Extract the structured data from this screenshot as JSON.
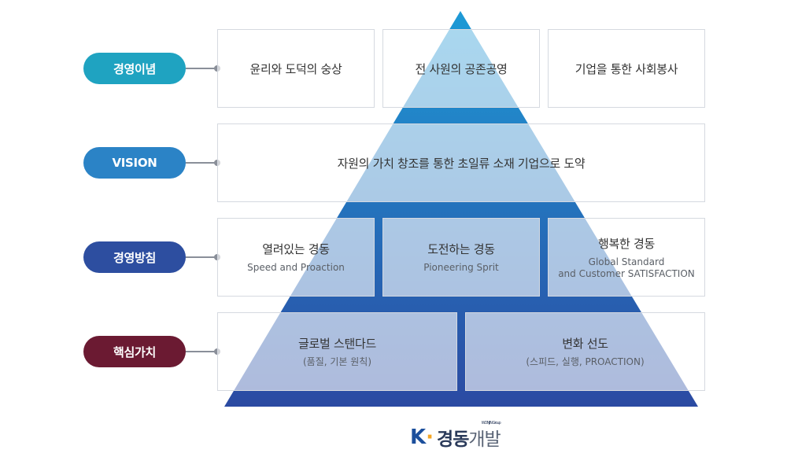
{
  "rows": [
    {
      "label": "경영이념",
      "color": "#1fa3c1",
      "boxes": [
        {
          "main": "윤리와 도덕의 숭상"
        },
        {
          "main": "전 사원의 공존공영"
        },
        {
          "main": "기업을 통한 사회봉사"
        }
      ]
    },
    {
      "label": "VISION",
      "color": "#2b83c6",
      "boxes": [
        {
          "main": "자원의 가치 창조를 통한 초일류 소재 기업으로 도약"
        }
      ]
    },
    {
      "label": "경영방침",
      "color": "#2d4ea0",
      "boxes": [
        {
          "main": "열려있는 경동",
          "sub": "Speed and Proaction"
        },
        {
          "main": "도전하는 경동",
          "sub": "Pioneering Sprit"
        },
        {
          "main": "행복한 경동",
          "sub1": "Global Standard",
          "sub2": "and Customer SATISFACTION"
        }
      ]
    },
    {
      "label": "핵심가치",
      "color": "#6b1a32",
      "boxes": [
        {
          "main": "글로벌 스탠다드",
          "sub": "(품질, 기본 원칙)"
        },
        {
          "main": "변화 선도",
          "sub": "(스피드, 실행, PROACTION)"
        }
      ]
    }
  ],
  "pyramid": {
    "top_color": "#1e9ad6",
    "bottom_color": "#2b4aa2"
  },
  "logo": {
    "icon": "k-logo-icon",
    "text_bold": "경동",
    "text_light": "개발",
    "tiny": "WONJIN Group"
  }
}
